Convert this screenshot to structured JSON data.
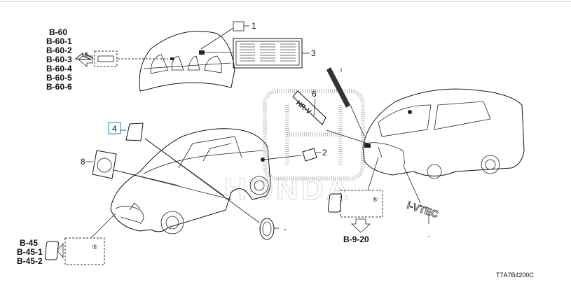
{
  "diagram": {
    "hood_refs": [
      "B-60",
      "B-60-1",
      "B-60-2",
      "B-60-3",
      "B-60-4",
      "B-60-5",
      "B-60-6"
    ],
    "grille_refs": [
      "B-45",
      "B-45-1",
      "B-45-2"
    ],
    "rear_emblem_ref": "B-9-20",
    "callouts": {
      "c1": "1",
      "c2": "2",
      "c3": "3",
      "c4": "4",
      "c6": "6",
      "c8": "8",
      "wheel": "-"
    },
    "watermark": "HONDA",
    "emblem_text_hrv": "HR-V",
    "emblem_text_ivtec": "i-VTEC",
    "drawing_code": "T7A7B4200C",
    "highlight_color": "#4fb3d9"
  }
}
